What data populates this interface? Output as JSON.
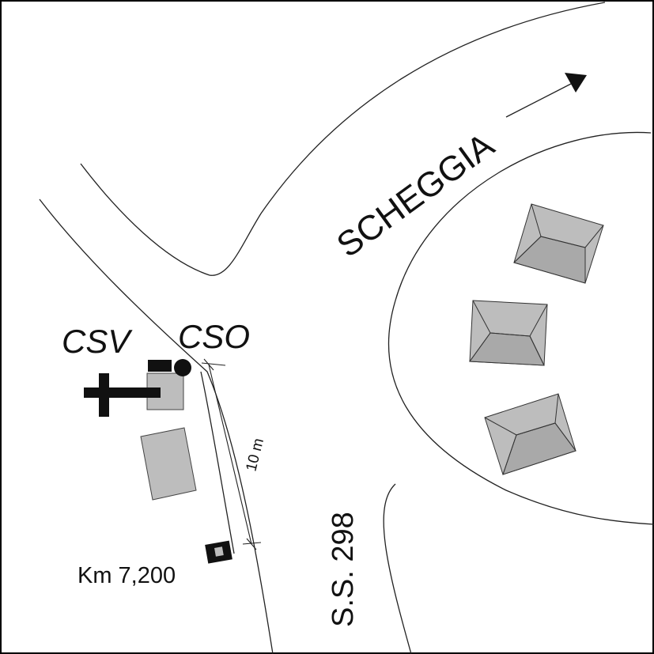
{
  "labels": {
    "direction": "SCHEGGIA",
    "road": "S.S. 298",
    "csv": "CSV",
    "cso": "CSO",
    "distance": "10 m",
    "km": "Km 7,200"
  },
  "colors": {
    "frame": "#000000",
    "road_line": "#222222",
    "building_fill": "#bdbdbd",
    "building_stroke": "#444444",
    "roof_fill": "#a9a9a9",
    "symbol": "#111111"
  },
  "icons": {
    "direction_arrow": "arrow-northeast",
    "church": "cross",
    "spring": "filled-circle",
    "km_marker": "milestone"
  }
}
